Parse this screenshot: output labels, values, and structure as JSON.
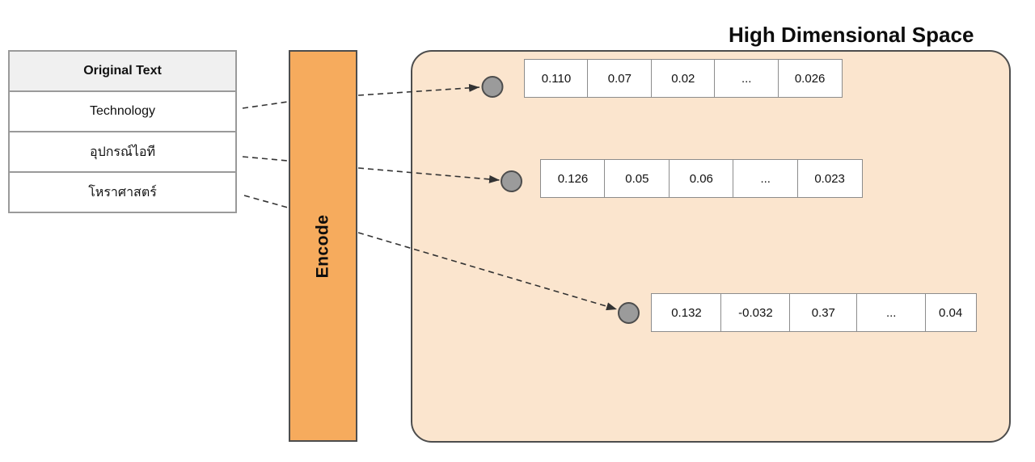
{
  "title": "High Dimensional Space",
  "table": {
    "header": "Original Text",
    "rows": [
      "Technology",
      "อุปกรณ์ไอที",
      "โหราศาสตร์"
    ]
  },
  "encoder": {
    "label": "Encode"
  },
  "vectors": [
    {
      "cells": [
        "0.110",
        "0.07",
        "0.02",
        "...",
        "0.026"
      ]
    },
    {
      "cells": [
        "0.126",
        "0.05",
        "0.06",
        "...",
        "0.023"
      ]
    },
    {
      "cells": [
        "0.132",
        "-0.032",
        "0.37",
        "...",
        "0.04"
      ]
    }
  ],
  "colors": {
    "encode_bar": "#f6ab5d",
    "space_fill": "#fbe5ce",
    "table_header_fill": "#f0f0f0",
    "point_fill": "#9b9b9b",
    "line": "#333333"
  }
}
